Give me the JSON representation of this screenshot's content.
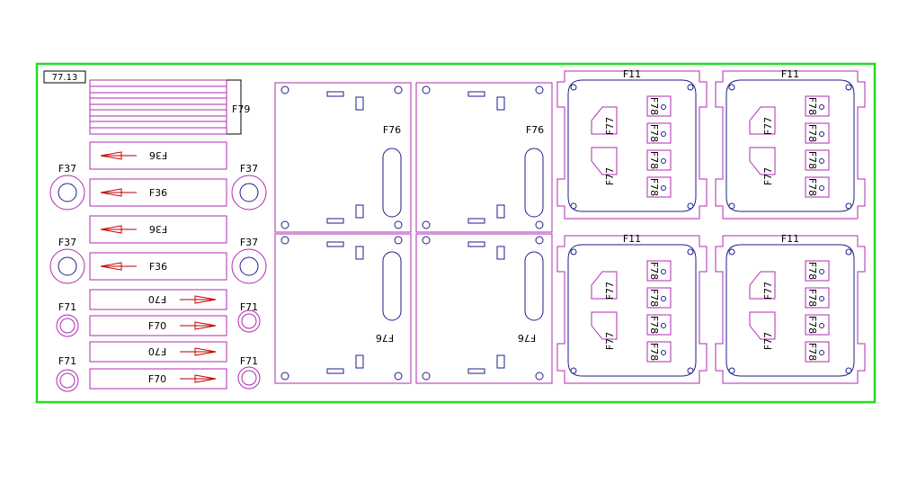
{
  "sheet_id": "77.13",
  "labels": {
    "f79": "F79",
    "f37": "F37",
    "f36": "F36",
    "f71": "F71",
    "f70": "F70",
    "f76": "F76",
    "f11": "F11",
    "f77": "F77",
    "f78": "F78"
  },
  "colors": {
    "border": "#22dd22",
    "cut": "#b02ab0",
    "hole": "#1d1d8c",
    "arrow": "#d00000"
  }
}
